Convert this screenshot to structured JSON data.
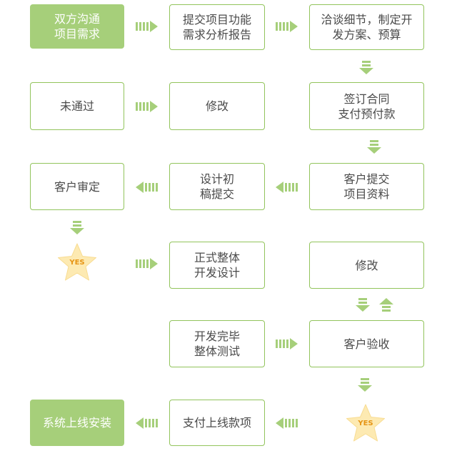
{
  "colors": {
    "accent": "#92c45c",
    "filled_box": "#a6cf7a",
    "arrow": "#a6cf7a",
    "star": "#fdeab2",
    "star_text": "#e69515",
    "text": "#4a4a4a"
  },
  "nodes": {
    "n1": "双方沟通\n项目需求",
    "n2": "提交项目功能\n需求分析报告",
    "n3": "洽谈细节，制定开\n发方案、预算",
    "n4": "签订合同\n支付预付款",
    "n5": "未通过",
    "n6": "修改",
    "n7": "客户提交\n项目资料",
    "n8": "设计初\n稿提交",
    "n9": "客户审定",
    "n10": "正式整体\n开发设计",
    "n11": "修改",
    "n12": "开发完毕\n整体测试",
    "n13": "客户验收",
    "n14": "支付上线款项",
    "n15": "系统上线安装"
  },
  "stars": {
    "s1": "YES",
    "s2": "YES"
  }
}
